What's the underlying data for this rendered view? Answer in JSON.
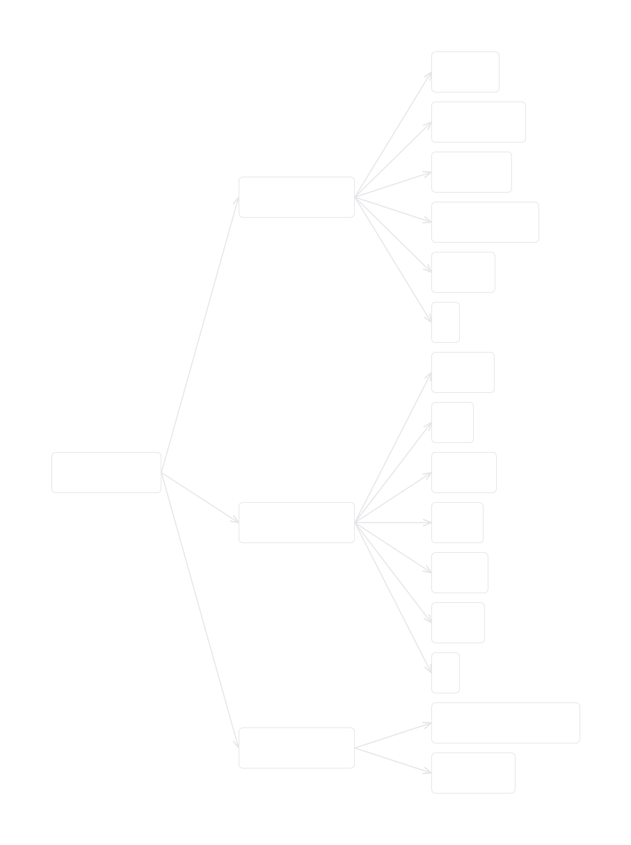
{
  "diagram": {
    "style": {
      "node_border_color": "#e6e6e9",
      "edge_color": "#e6e6e9",
      "background": "#ffffff"
    },
    "nodes": [
      {
        "id": "n-root",
        "label": ""
      },
      {
        "id": "n-a",
        "label": ""
      },
      {
        "id": "n-b",
        "label": ""
      },
      {
        "id": "n-c",
        "label": ""
      },
      {
        "id": "n-a1",
        "label": ""
      },
      {
        "id": "n-a2",
        "label": ""
      },
      {
        "id": "n-a3",
        "label": ""
      },
      {
        "id": "n-a4",
        "label": ""
      },
      {
        "id": "n-a5",
        "label": ""
      },
      {
        "id": "n-a6",
        "label": ""
      },
      {
        "id": "n-b1",
        "label": ""
      },
      {
        "id": "n-b2",
        "label": ""
      },
      {
        "id": "n-b3",
        "label": ""
      },
      {
        "id": "n-b4",
        "label": ""
      },
      {
        "id": "n-b5",
        "label": ""
      },
      {
        "id": "n-b6",
        "label": ""
      },
      {
        "id": "n-b7",
        "label": ""
      },
      {
        "id": "n-c1",
        "label": ""
      },
      {
        "id": "n-c2",
        "label": ""
      }
    ],
    "edges": [
      {
        "from": "n-root",
        "to": "n-a"
      },
      {
        "from": "n-root",
        "to": "n-b"
      },
      {
        "from": "n-root",
        "to": "n-c"
      },
      {
        "from": "n-a",
        "to": "n-a1"
      },
      {
        "from": "n-a",
        "to": "n-a2"
      },
      {
        "from": "n-a",
        "to": "n-a3"
      },
      {
        "from": "n-a",
        "to": "n-a4"
      },
      {
        "from": "n-a",
        "to": "n-a5"
      },
      {
        "from": "n-a",
        "to": "n-a6"
      },
      {
        "from": "n-b",
        "to": "n-b1"
      },
      {
        "from": "n-b",
        "to": "n-b2"
      },
      {
        "from": "n-b",
        "to": "n-b3"
      },
      {
        "from": "n-b",
        "to": "n-b4"
      },
      {
        "from": "n-b",
        "to": "n-b5"
      },
      {
        "from": "n-b",
        "to": "n-b6"
      },
      {
        "from": "n-b",
        "to": "n-b7"
      },
      {
        "from": "n-c",
        "to": "n-c1"
      },
      {
        "from": "n-c",
        "to": "n-c2"
      }
    ]
  }
}
